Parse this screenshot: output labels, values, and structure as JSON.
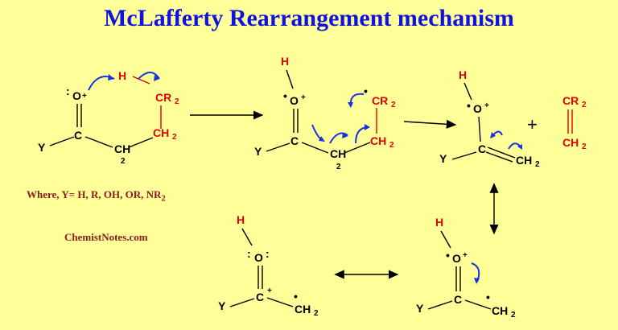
{
  "title": "McLafferty Rearrangement mechanism",
  "footnote": {
    "where_label": "Where, Y= H, R, OH, OR, NR",
    "where_sub": "2",
    "site": "ChemistNotes.com"
  },
  "atoms": {
    "H": "H",
    "O": "O",
    "C": "C",
    "Y": "Y",
    "CR": "CR",
    "CH": "CH",
    "sub2": "2",
    "plus": "+",
    "radical": "•"
  },
  "colors": {
    "background": "#ffff99",
    "title": "#1212e0",
    "footnote": "#8b1a1a",
    "migrating_chain": "#e00000",
    "electron_arrows": "#1a33d9"
  }
}
